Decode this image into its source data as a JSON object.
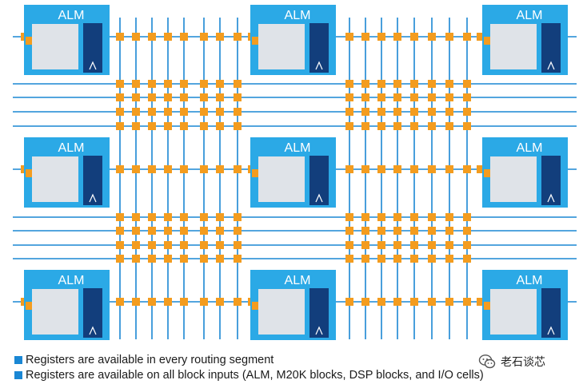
{
  "colors": {
    "wire": "#1a87d4",
    "alm_frame": "#2ba9e6",
    "alm_lut": "#dfe3e8",
    "alm_reg": "#123e7c",
    "register": "#f39c1f",
    "legend_marker": "#1a87d4",
    "text": "#1a1a1a"
  },
  "alm": {
    "label": "ALM",
    "register_symbol": "/\\",
    "grid": {
      "rows": 3,
      "cols": 3
    }
  },
  "legend": [
    {
      "text": "Registers are available in every routing segment"
    },
    {
      "text": "Registers are available on all block inputs (ALM, M20K blocks, DSP blocks, and I/O cells)"
    }
  ],
  "watermark": {
    "text": "老石谈芯",
    "icon": "wechat-icon"
  }
}
